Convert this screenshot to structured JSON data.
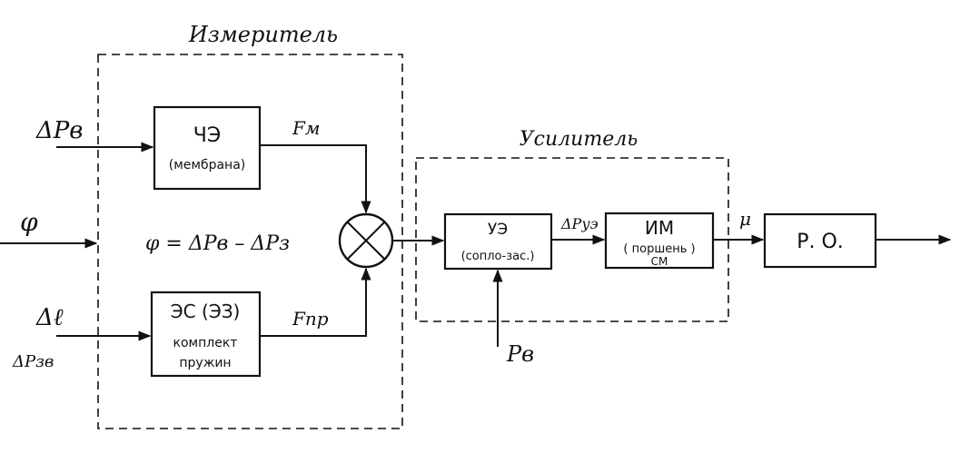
{
  "groups": {
    "measurer": "Измеритель",
    "amplifier": "Усилитель"
  },
  "blocks": {
    "sensing_element": {
      "line1": "ЧЭ",
      "line2": "(мембрана)"
    },
    "setpoint_element": {
      "line1": "ЭС (ЭЗ)",
      "line2": "комплект",
      "line3": "пружин"
    },
    "amplifying_element": {
      "line1": "УЭ",
      "line2": "(сопло-зас.)"
    },
    "actuator": {
      "line1": "ИМ",
      "line2": "( поршень )",
      "line3": "СМ"
    },
    "regulating_organ": {
      "line1": "Р. О."
    }
  },
  "signals": {
    "input_pressure": "ΔPв",
    "phi": "φ",
    "phi_equation": "φ = ΔPв – ΔPз",
    "delta_l": "Δℓ",
    "setpoint_pressure": "ΔPзв",
    "membrane_force": "Fм",
    "spring_force": "Fпр",
    "amplifier_output": "ΔPуэ",
    "mu": "μ",
    "supply_pressure": "Pв"
  }
}
